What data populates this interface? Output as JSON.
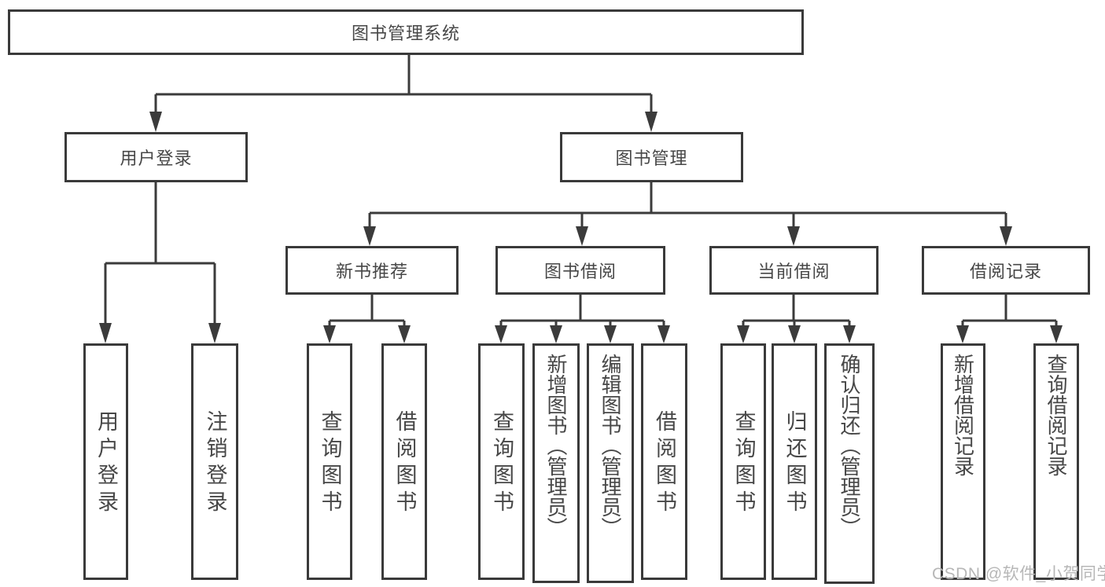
{
  "colors": {
    "line": "#3b3b3b",
    "border": "#3a3a3a",
    "text": "#474747",
    "background": "#ffffff",
    "watermark_text": "#b7b7b7"
  },
  "nodes": {
    "root": "图书管理系统",
    "user_login": "用户登录",
    "book_management": "图书管理",
    "new_book_recommend": "新书推荐",
    "book_borrow": "图书借阅",
    "current_borrow": "当前借阅",
    "borrow_records": "借阅记录"
  },
  "leaves": {
    "user_login": "用户登录",
    "logout": "注销登录",
    "nb_query": "查询图书",
    "nb_borrow": "借阅图书",
    "bb_query": "查询图书",
    "bb_add": "新增图书（管理员）",
    "bb_edit": "编辑图书（管理员）",
    "bb_borrow": "借阅图书",
    "cb_query": "查询图书",
    "cb_return": "归还图书",
    "cb_confirm": "确认归还（管理员）",
    "br_add": "新增借阅记录",
    "br_query": "查询借阅记录"
  },
  "hierarchy": {
    "图书管理系统": {
      "用户登录": [
        "用户登录",
        "注销登录"
      ],
      "图书管理": {
        "新书推荐": [
          "查询图书",
          "借阅图书"
        ],
        "图书借阅": [
          "查询图书",
          "新增图书（管理员）",
          "编辑图书（管理员）",
          "借阅图书"
        ],
        "当前借阅": [
          "查询图书",
          "归还图书",
          "确认归还（管理员）"
        ],
        "借阅记录": [
          "新增借阅记录",
          "查询借阅记录"
        ]
      }
    }
  },
  "watermark": "CSDN @软件_小贺同学"
}
